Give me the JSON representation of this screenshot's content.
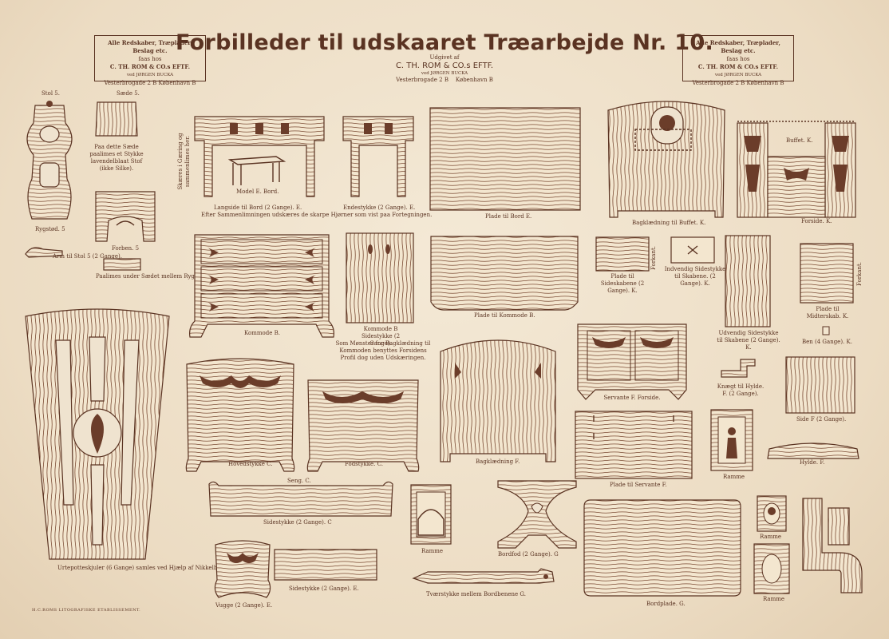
{
  "header": {
    "title": "Forbilleder til udskaaret Træarbejde Nr. 10.",
    "udgivet": "Udgivet af",
    "publisher": "C. TH. ROM & CO.s EFTF.",
    "ved": "ved JØRGEN BUCKA",
    "address_street": "Vesterbrogade 2 B",
    "address_city": "København B"
  },
  "side_box": {
    "line1": "Alle Redskaber, Træplader, Beslag etc.",
    "line2": "faas hos",
    "line3": "C. TH. ROM & CO.s EFTF.",
    "line4": "ved JØRGEN BUCKA",
    "line5": "Vesterbrogade 2 B    København B"
  },
  "labels": {
    "stol": "Stol 5.",
    "saede": "Sæde 5.",
    "saede_note": "Paa dette Sæde paalimes et Stykke lavendelblaat Stof (ikke Silke).",
    "rygstod": "Rygstød. 5",
    "forben": "Forben. 5",
    "arm": "Arm til Stol 5 (2 Gange).",
    "paalimes": "Paalimes under Sædet mellem Rygstød og Forben.",
    "vertical_note": "Skæres i Gæring og sammenlimes her.",
    "langside": "Langside til Bord (2 Gange). E.",
    "model_bord": "Model E. Bord.",
    "endestykke": "Endestykke (2 Gange). E.",
    "efter_note": "Efter Sammenlimningen udskæres de skarpe Hjørner som vist paa Fortegningen.",
    "plade_bord": "Plade til Bord E.",
    "bagklaedning_buffet": "Bagklædning til Buffet. K.",
    "buffet": "Buffet. K.",
    "forside_k": "Forside. K.",
    "kommode_b": "Kommode B.",
    "kommode_b_side": "Kommode B Sidestykke (2 Gange).",
    "kommode_note": "Som Mønster for Bagklædning til Kommoden benyttes Forsidens Profil dog uden Udskæringen.",
    "plade_kommode": "Plade til Kommode B.",
    "plade_sidekabene": "Plade til Sideskabene (2 Gange). K.",
    "forkant1": "Forkant.",
    "indvendig": "Indvendig Sidestykke til Skabene. (2 Gange). K.",
    "udvendig": "Udvendig Sidestykke til Skabene (2 Gange). K.",
    "plade_midterskab": "Plade til Midterskab. K.",
    "forkant2": "Forkant.",
    "ben": "Ben (4 Gange). K.",
    "hovedstykke": "Hovedstykke C.",
    "fodstykke": "Fodstykke. C.",
    "seng": "Seng. C.",
    "bagklaedning_f": "Bagklædning F.",
    "servante_forside": "Servante F. Forside.",
    "knaegt": "Knægt til Hylde. F. (2 Gange).",
    "side_f": "Side F (2 Gange).",
    "hylde": "Hylde. F.",
    "ramme1": "Ramme",
    "plade_servante": "Plade til Servante F.",
    "urtepotte": "Urtepotteskjuler (6 Gange) samles ved Hjælp af Nikkelband.",
    "sidestykke_c": "Sidestykke (2 Gange). C",
    "ramme2": "Ramme",
    "bordfod": "Bordfod (2 Gange). G",
    "ramme3": "Ramme",
    "sidestykke_e": "Sidestykke (2 Gange). E.",
    "vugge": "Vugge (2 Gange). E.",
    "tvaerstykke": "Tværstykke mellem Bordbenene G.",
    "bordplade": "Bordplade. G.",
    "ramme4": "Ramme",
    "printer": "H.C.ROMS LITOGRAFISKE ETABLISSEMENT."
  },
  "colors": {
    "ink": "#5a3322",
    "paper": "#efe3cf"
  }
}
